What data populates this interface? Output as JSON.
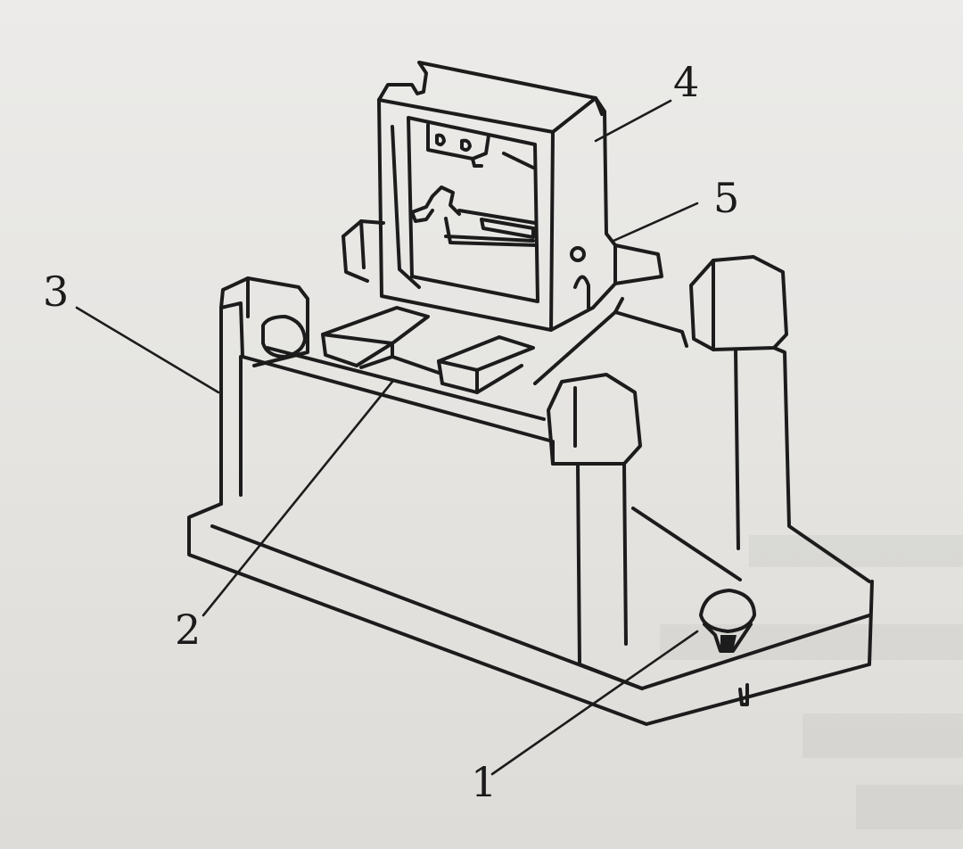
{
  "diagram": {
    "callouts": [
      {
        "id": "1",
        "label": "1"
      },
      {
        "id": "2",
        "label": "2"
      },
      {
        "id": "3",
        "label": "3"
      },
      {
        "id": "4",
        "label": "4"
      },
      {
        "id": "5",
        "label": "5"
      }
    ]
  },
  "colors": {
    "paper": "#e6e5e2",
    "ink": "#1c1c1c"
  }
}
